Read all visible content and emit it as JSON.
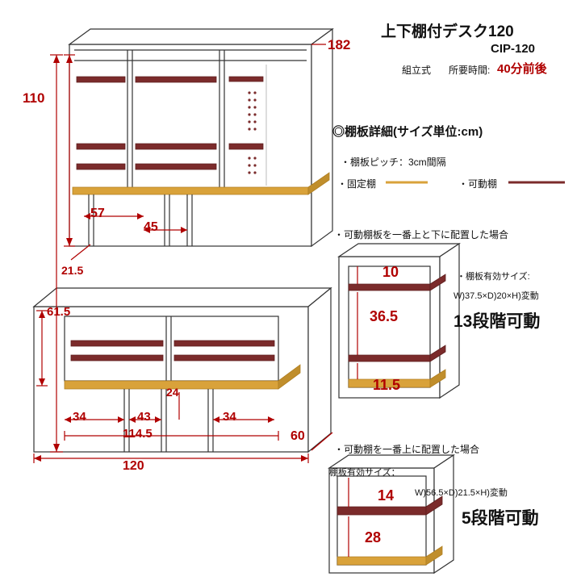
{
  "header": {
    "title": "上下棚付デスク120",
    "model": "CIP-120",
    "assembly_label": "組立式",
    "time_label": "所要時間:",
    "time_value": "40分前後"
  },
  "shelf_detail": {
    "heading": "◎棚板詳細(サイズ単位:cm)",
    "pitch": "・棚板ピッチ：3cm間隔",
    "legend_fixed": "・固定棚",
    "legend_movable": "・可動棚"
  },
  "case_top_bottom": {
    "caption": "・可動棚板を一番上と下に配置した場合",
    "note_line1": "・棚板有効サイズ:",
    "note_line2": "W)37.5×D)20×H)変動",
    "steps": "13段階可動",
    "dims": [
      "10",
      "36.5",
      "11.5"
    ]
  },
  "case_top_only": {
    "caption": "・可動棚を一番上に配置した場合",
    "note_line1": "棚板有効サイズ：",
    "note_line2": "W)56.5×D)21.5×H)変動",
    "steps": "5段階可動",
    "dims": [
      "14",
      "28"
    ]
  },
  "main_dims": {
    "total_height": "182",
    "upper_height": "110",
    "upper_inner_a": "57",
    "upper_inner_b": "45",
    "upper_depth": "21.5",
    "lower_height": "61.5",
    "lower_inner_left": "34",
    "lower_inner_mid": "43",
    "lower_inner_right": "34",
    "lower_gap_height": "24",
    "lower_inner_width": "114.5",
    "width": "120",
    "depth": "60"
  },
  "colors": {
    "dimension": "#b00000",
    "fixed_shelf": "#d9a23a",
    "movable_shelf": "#7b2b2b",
    "outline": "#333333"
  }
}
